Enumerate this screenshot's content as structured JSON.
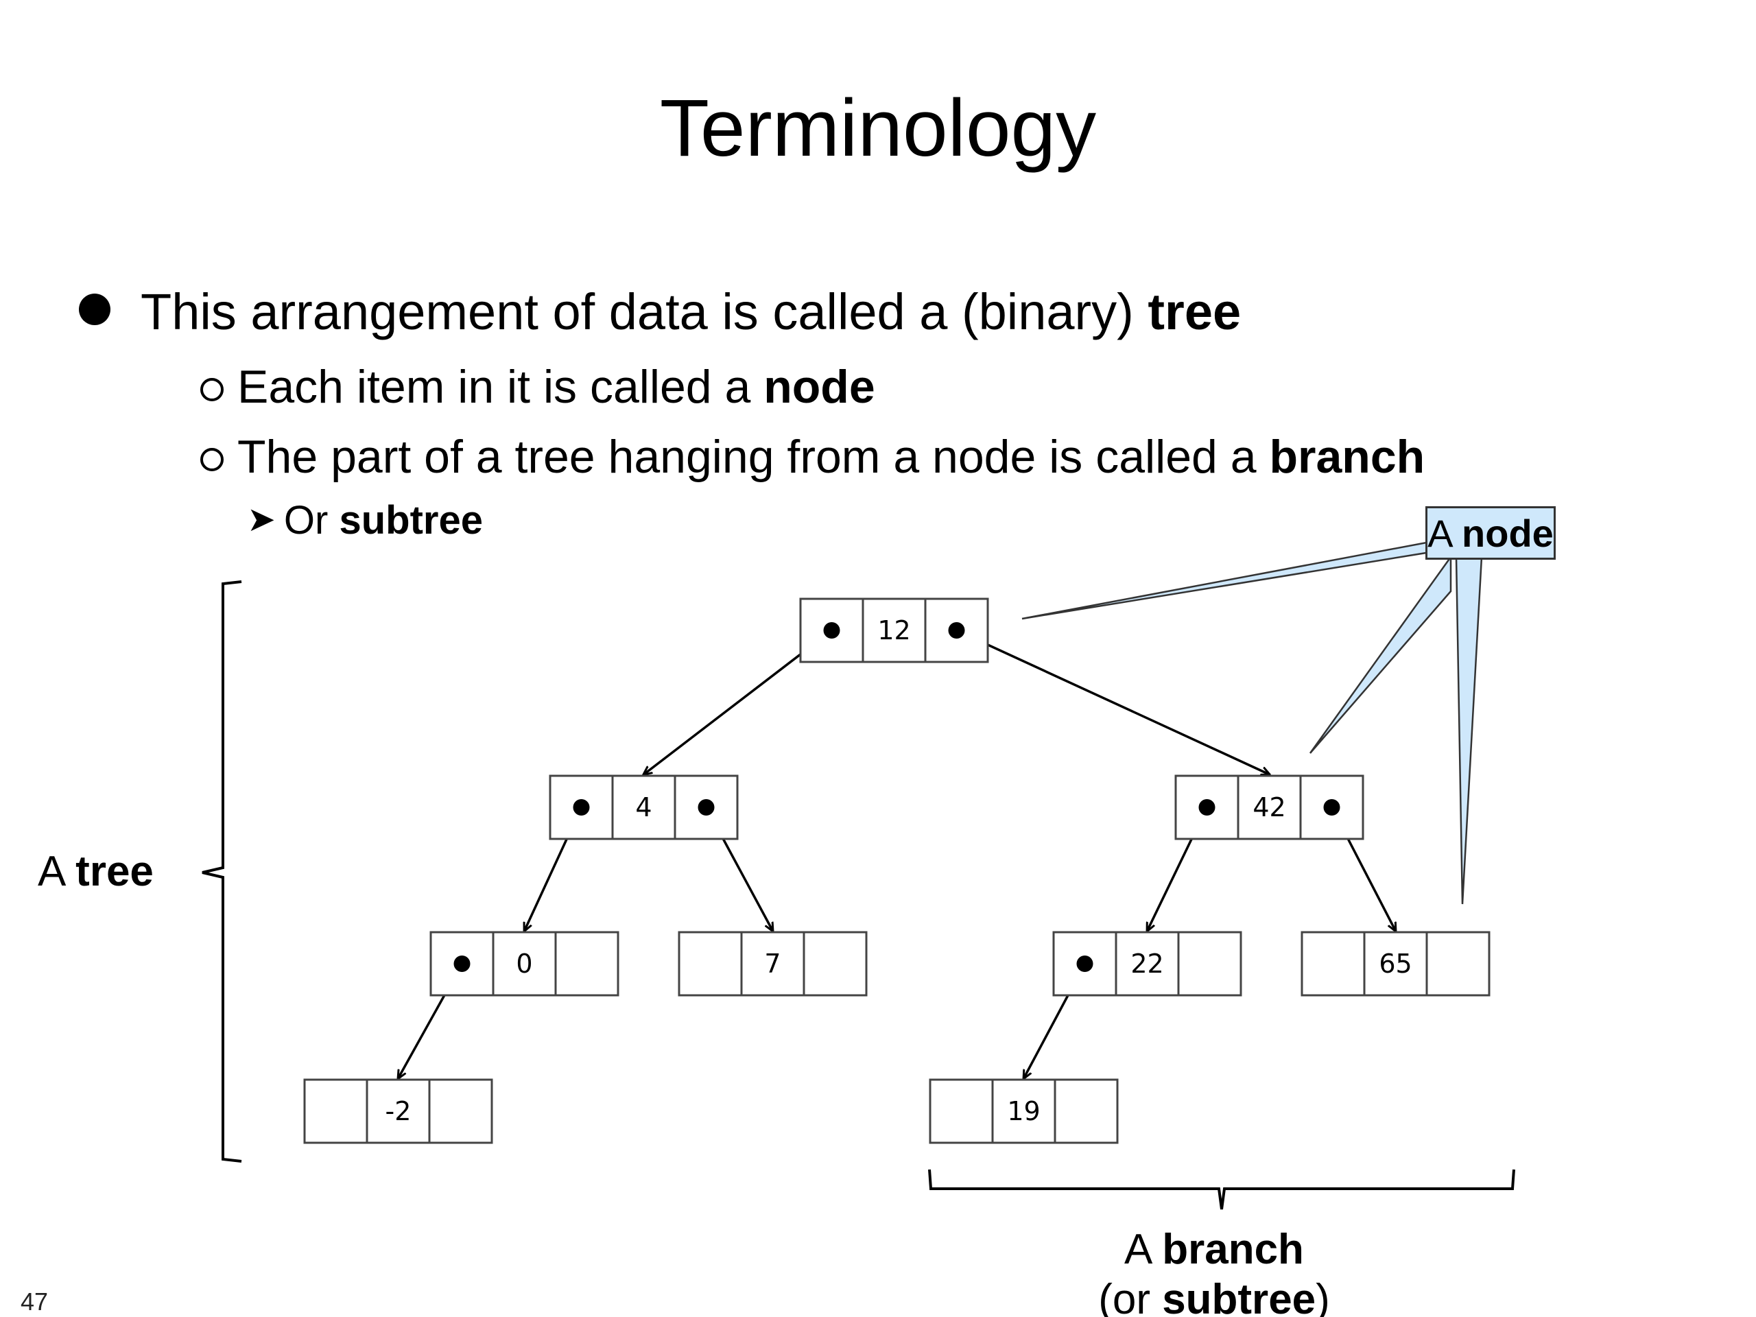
{
  "title": "Terminology",
  "bullets": {
    "l1": {
      "text": "This arrangement of data is called a (binary) ",
      "bold": "tree"
    },
    "l2a": {
      "text": "Each item in it is called a ",
      "bold": "node"
    },
    "l2b": {
      "text": "The part of a tree hanging from a node is called a ",
      "bold": "branch"
    },
    "l3": {
      "text": "Or ",
      "bold": "subtree"
    }
  },
  "labels": {
    "tree": {
      "prefix": "A ",
      "bold": "tree"
    },
    "branch_line1": {
      "prefix": "A ",
      "bold": "branch"
    },
    "branch_line2": {
      "open": "(or ",
      "bold": "subtree",
      "close": ")"
    },
    "callout": {
      "prefix": "A ",
      "bold": "node"
    }
  },
  "nodes": [
    {
      "id": "n12",
      "value": "12",
      "left": true,
      "right": true
    },
    {
      "id": "n4",
      "value": "4",
      "left": true,
      "right": true
    },
    {
      "id": "n42",
      "value": "42",
      "left": true,
      "right": true
    },
    {
      "id": "n0",
      "value": "0",
      "left": true,
      "right": false
    },
    {
      "id": "n7",
      "value": "7",
      "left": false,
      "right": false
    },
    {
      "id": "n22",
      "value": "22",
      "left": true,
      "right": false
    },
    {
      "id": "n65",
      "value": "65",
      "left": false,
      "right": false
    },
    {
      "id": "nm2",
      "value": "-2",
      "left": false,
      "right": false
    },
    {
      "id": "n19",
      "value": "19",
      "left": false,
      "right": false
    }
  ],
  "edges": [
    {
      "from": "n12",
      "side": "left",
      "to": "n4"
    },
    {
      "from": "n12",
      "side": "right",
      "to": "n42"
    },
    {
      "from": "n4",
      "side": "left",
      "to": "n0"
    },
    {
      "from": "n4",
      "side": "right",
      "to": "n7"
    },
    {
      "from": "n42",
      "side": "left",
      "to": "n22"
    },
    {
      "from": "n42",
      "side": "right",
      "to": "n65"
    },
    {
      "from": "n0",
      "side": "left",
      "to": "nm2"
    },
    {
      "from": "n22",
      "side": "left",
      "to": "n19"
    }
  ],
  "colors": {
    "callout_fill": "#cfe8fb",
    "node_border": "#444444"
  },
  "slide_number": "47"
}
